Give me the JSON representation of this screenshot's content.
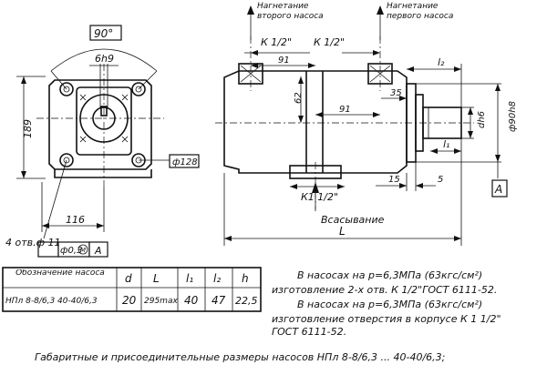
{
  "dims": {
    "angle": "90°",
    "key": "6h9",
    "bolt_circle": "ф128",
    "height": "189",
    "width": "116",
    "holes": "4 отв.ф 11",
    "pos_tol": "ф0,3",
    "tol_mod": "M",
    "datum": "A",
    "thread_top_left": "К 1/2\"",
    "thread_top_right": "К 1/2\"",
    "d91_top": "91",
    "d91_mid": "91",
    "d62": "62",
    "d35": "35",
    "l2": "l₂",
    "l1": "l₁",
    "dh6": "dh6",
    "d90h8": "ф90h8",
    "d15": "15",
    "d5": "5",
    "thread_bottom": "К1 1/2\"",
    "datum_side": "A",
    "length": "L"
  },
  "callouts": {
    "discharge_second": "Нагнетание второго насоса",
    "discharge_first": "Нагнетание первого насоса",
    "suction": "Всасывание"
  },
  "table": {
    "headers": [
      "Обозначение насоса",
      "d",
      "L",
      "l₁",
      "l₂",
      "h"
    ],
    "row": [
      "НПл 8-8/6,3  40-40/6,3",
      "20",
      "295max",
      "40",
      "47",
      "22,5"
    ]
  },
  "notes": [
    "В насосах на р=6,3МПа (63кгс/см²)",
    "изготовление 2-х отв. К 1/2\"ГОСТ 6111-52.",
    "В насосах на р=6,3МПа (63кгс/см²)",
    "изготовление отверстия в корпусе К 1 1/2\"",
    "ГОСТ 6111-52."
  ],
  "caption": "Габаритные и присоединительные размеры насосов НПл 8-8/6,3 ... 40-40/6,3;"
}
